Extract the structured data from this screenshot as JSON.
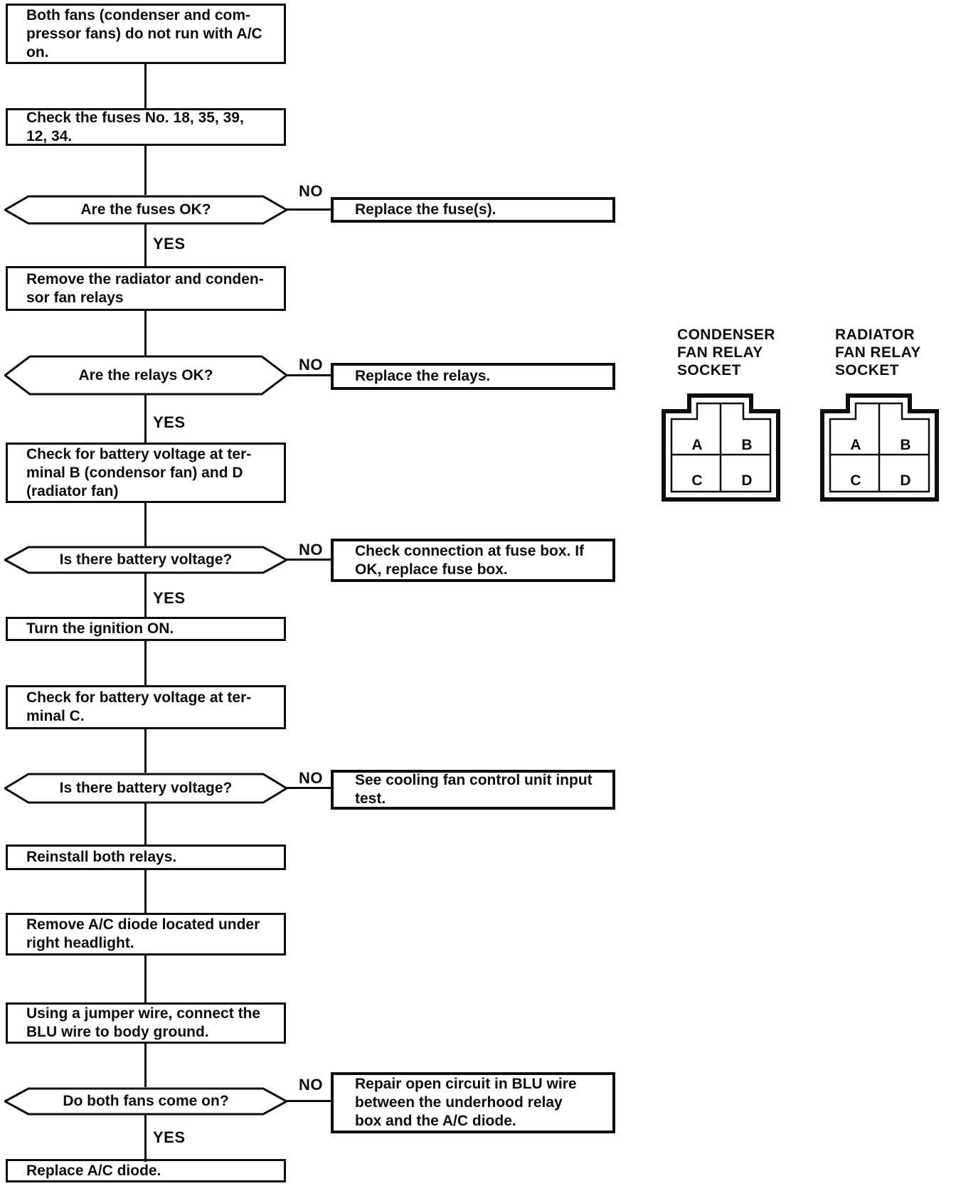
{
  "colors": {
    "ink": "#0d0d0d",
    "paper": "#ffffff"
  },
  "labels": {
    "yes": "YES",
    "no": "NO"
  },
  "flow": {
    "box1": "Both fans (condenser and com-\npressor fans) do not run with A/C\non.",
    "box2": "Check the fuses No. 18, 35, 39,\n12, 34.",
    "hex1": "Are the fuses OK?",
    "no1": "Replace the fuse(s).",
    "box3": "Remove the radiator and conden-\nsor fan relays",
    "hex2": "Are the relays OK?",
    "no2": "Replace the relays.",
    "box4": "Check for battery voltage at ter-\nminal B (condensor fan) and D\n(radiator fan)",
    "hex3": "Is there battery voltage?",
    "no3": "Check connection at fuse box. If\nOK, replace fuse box.",
    "box5": "Turn the ignition ON.",
    "box6": "Check for battery voltage at ter-\nminal C.",
    "hex4": "Is there battery voltage?",
    "no4": "See cooling fan control unit input\ntest.",
    "box7": "Reinstall both relays.",
    "box8": "Remove A/C diode located under\nright headlight.",
    "box9": "Using a jumper wire, connect the\nBLU wire to body ground.",
    "hex5": "Do both fans come on?",
    "no5": "Repair open circuit in BLU wire\nbetween the underhood relay\nbox and the A/C diode.",
    "box10": "Replace A/C diode."
  },
  "sockets": {
    "condenser": {
      "title": "CONDENSER\nFAN RELAY\nSOCKET",
      "terminals": [
        "A",
        "B",
        "C",
        "D"
      ]
    },
    "radiator": {
      "title": "RADIATOR\nFAN RELAY\nSOCKET",
      "terminals": [
        "A",
        "B",
        "C",
        "D"
      ]
    }
  }
}
